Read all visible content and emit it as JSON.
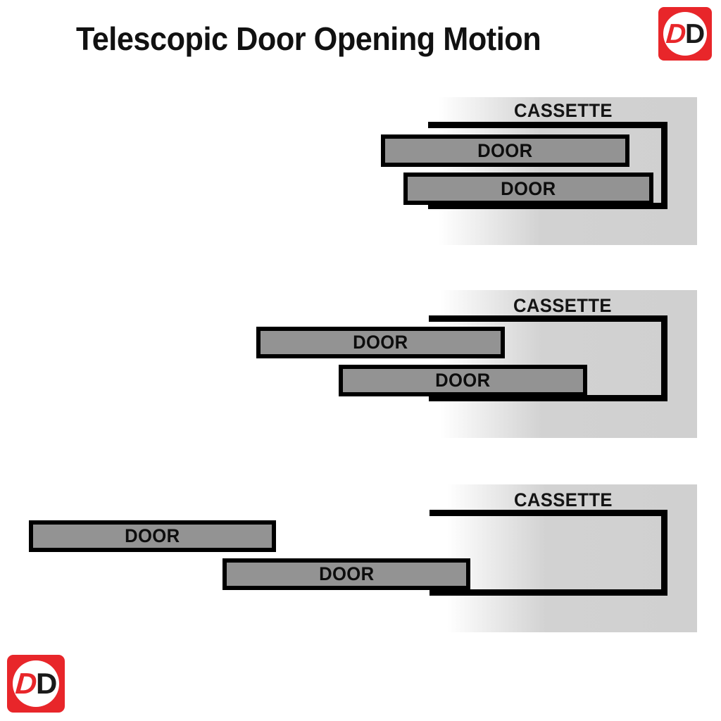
{
  "title": "Telescopic Door Opening Motion",
  "logo": {
    "name": "DD",
    "letter_first": "D",
    "letter_second": "D",
    "color_background": "#e8262a",
    "color_disc": "#ffffff",
    "color_letter_first": "#e8262a",
    "color_letter_second": "#1a1a1a"
  },
  "colors": {
    "door_fill": "#939393",
    "outline": "#000000",
    "panel_gradient_start": "#ffffff",
    "panel_gradient_end": "#d0d0d0",
    "text": "#111111"
  },
  "diagram": {
    "type": "telescopic-door-motion-sequence",
    "stage_count": 3,
    "stages": [
      {
        "stage": 1,
        "state": "closed",
        "cassette_label": "CASSETTE",
        "doors": [
          {
            "label": "DOOR",
            "position": "upper",
            "extension": "none"
          },
          {
            "label": "DOOR",
            "position": "lower",
            "extension": "none"
          }
        ]
      },
      {
        "stage": 2,
        "state": "partially-open",
        "cassette_label": "CASSETTE",
        "doors": [
          {
            "label": "DOOR",
            "position": "upper",
            "extension": "partial"
          },
          {
            "label": "DOOR",
            "position": "lower",
            "extension": "partial"
          }
        ]
      },
      {
        "stage": 3,
        "state": "fully-open",
        "cassette_label": "CASSETTE",
        "doors": [
          {
            "label": "DOOR",
            "position": "upper",
            "extension": "full"
          },
          {
            "label": "DOOR",
            "position": "lower",
            "extension": "full"
          }
        ]
      }
    ]
  }
}
